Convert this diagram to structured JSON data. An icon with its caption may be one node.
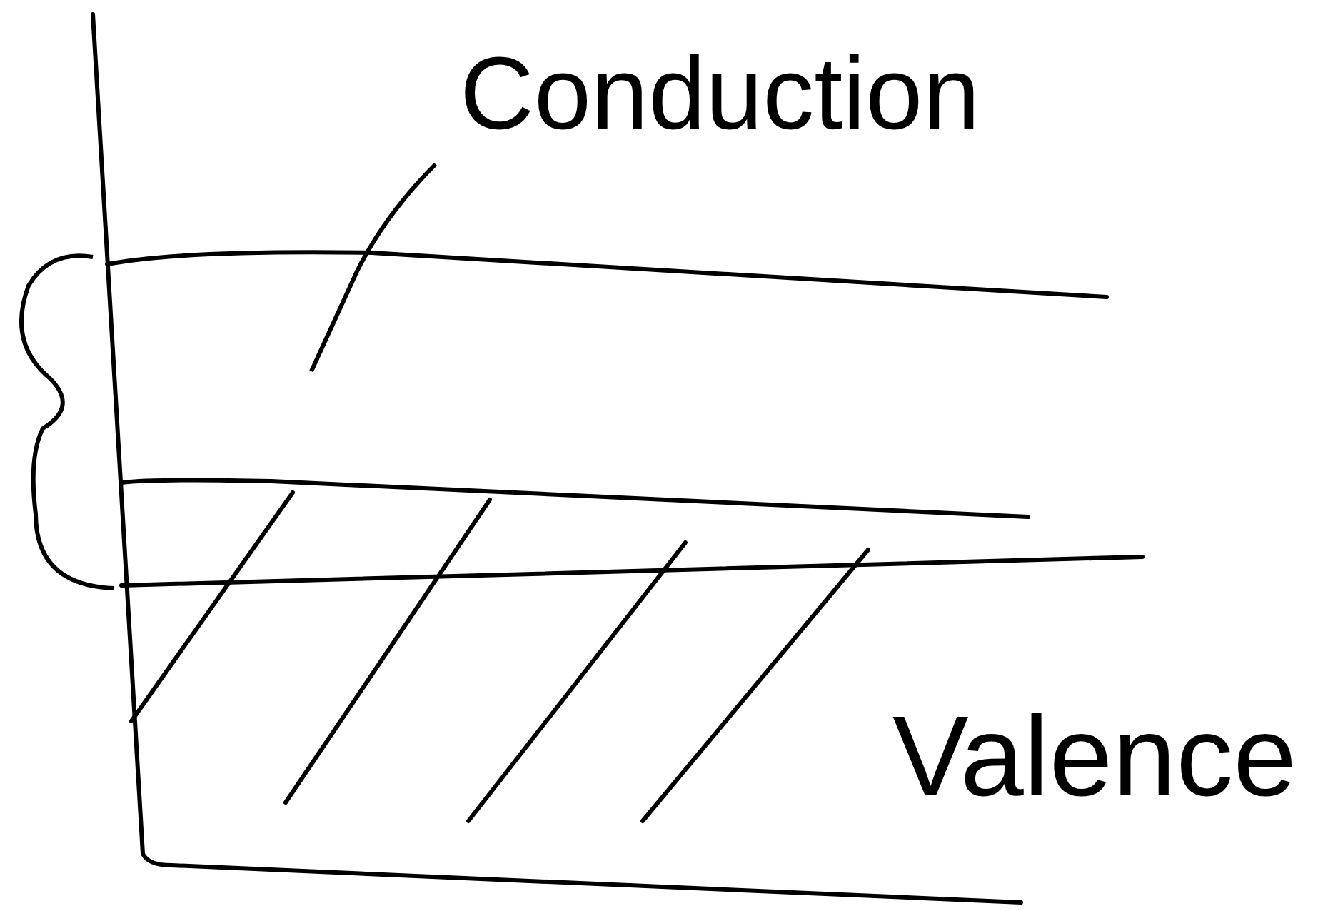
{
  "diagram": {
    "nodes": [
      {
        "text": [
          "Conduction"
        ]
      },
      {
        "text": [],
        "shape": "box"
      }
    ],
    "edges": [
      {
        "from": 0,
        "to": 1,
        "arrow": "none"
      }
    ],
    "labels": [
      "Valence"
    ]
  }
}
